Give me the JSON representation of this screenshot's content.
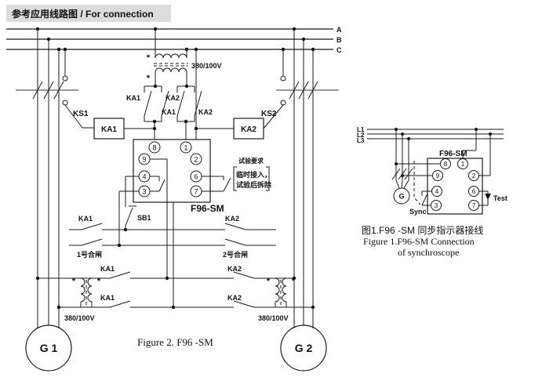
{
  "title": "参考应用线路图 / For connection",
  "star": "*",
  "terminals": {
    "n1": "1",
    "n2": "2",
    "n3": "3",
    "n4": "4",
    "n6": "6",
    "n7": "7",
    "n8": "8",
    "n9": "9"
  },
  "main": {
    "phase_a": "A",
    "phase_b": "B",
    "phase_c": "C",
    "ks1": "KS1",
    "ks2": "KS2",
    "ka1_coil": "KA1",
    "ka2_coil": "KA2",
    "pt_top": "380/100V",
    "sel_left_ka1": "KA1",
    "sel_left_ka2": "KA2",
    "sel_right_ka1": "KA1",
    "sel_right_ka2": "KA2",
    "f96": "F96-SM",
    "note1": "试验要求",
    "note2": "临时接入，",
    "note3": "试验后拆除",
    "sb1": "SB1",
    "row1_ka1": "KA1",
    "row1_ka2": "KA2",
    "close1": "1号合闸",
    "close2": "2号合闸",
    "ptl_ka1a": "KA1",
    "ptl_ka1b": "KA1",
    "ptl_label": "380/100V",
    "ptr_ka2a": "KA2",
    "ptr_ka2b": "KA2",
    "ptr_label": "380/100V",
    "g1": "G 1",
    "g2": "G 2",
    "caption": "Figure 2. F96 -SM"
  },
  "panel": {
    "l1": "L1",
    "l2": "L2",
    "l3": "L3",
    "gen": "G",
    "f96": "F96-SM",
    "sync": "Sync",
    "test": "Test",
    "caption_zh": "图1.F96 -SM 同步指示器接线",
    "caption_en1": "Figure 1.F96-SM Connection",
    "caption_en2": "of synchroscope"
  }
}
